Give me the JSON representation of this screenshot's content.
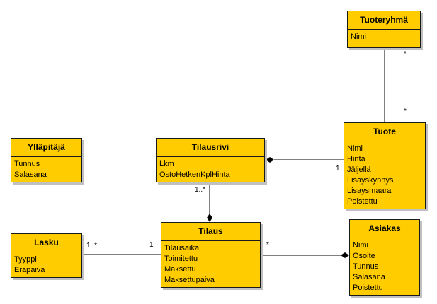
{
  "classes": {
    "tuoteryhma": {
      "name": "Tuoteryhmä",
      "attributes": [
        "Nimi"
      ]
    },
    "tuote": {
      "name": "Tuote",
      "attributes": [
        "Nimi",
        "Hinta",
        "Jäljellä",
        "Lisayskynnys",
        "Lisaysmaara",
        "Poistettu"
      ]
    },
    "yllapitaja": {
      "name": "Ylläpitäjä",
      "attributes": [
        "Tunnus",
        "Salasana"
      ]
    },
    "tilausrivi": {
      "name": "Tilausrivi",
      "attributes": [
        "Lkm",
        "OstoHetkenKplHinta"
      ]
    },
    "tilaus": {
      "name": "Tilaus",
      "attributes": [
        "Tilausaika",
        "Toimitettu",
        "Maksettu",
        "Maksettupaiva"
      ]
    },
    "lasku": {
      "name": "Lasku",
      "attributes": [
        "Tyyppi",
        "Erapaiva"
      ]
    },
    "asiakas": {
      "name": "Asiakas",
      "attributes": [
        "Nimi",
        "Osoite",
        "Tunnus",
        "Salasana",
        "Poistettu"
      ]
    }
  },
  "multiplicities": {
    "tuoteryhma_tuote_top": "*",
    "tuoteryhma_tuote_bottom": "*",
    "tilausrivi_tuote": "1",
    "tilausrivi_tilaus": "1..*",
    "lasku_tilaus_lasku": "1..*",
    "lasku_tilaus_tilaus": "1",
    "tilaus_asiakas": "*"
  }
}
